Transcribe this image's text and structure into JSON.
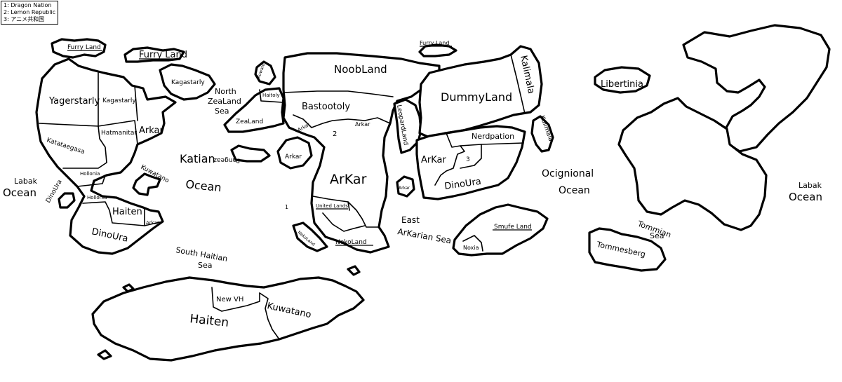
{
  "legend": {
    "items": [
      "1: Dragon Nation",
      "2: Lemon Republic",
      "3: アニメ共和国"
    ]
  },
  "labels": {
    "furry_land_small": "Furry Land",
    "furry_land": "Furry Land",
    "furry_land_east": "Furry Land",
    "kagastarly_north": "Kagastarly",
    "yagerstarly": "Yagerstarly",
    "kagastarly": "Kagastarly",
    "hatmanitar": "Hatmanitar",
    "arkar_west": "Arkar",
    "katataegasa": "Katataegasa",
    "hollonia_1": "Hollonia",
    "hollonia_2": "Hollonia",
    "dinoura_west": "DinoUra",
    "haiten_west": "Haiten",
    "arkar_small": "Arkar",
    "dinoura_south": "DinoUra",
    "kuwatano_island": "Kuwatano",
    "zeeland": "ZeaLand",
    "haitoly": "Haitoly",
    "kuwato": "Kuwato",
    "pangeaz": "Pangeaz",
    "arkar_island": "Arkar",
    "noobland": "NoobLand",
    "bastootoly": "Bastootoly",
    "arkar_mid1": "Arkar",
    "arkar_mid2": "Arkar",
    "num_2": "2",
    "arkar_big": "ArKar",
    "united_lands": "United Lands",
    "nekoland": "NekoLand",
    "nekoland_small": "NekoLand",
    "num_1": "1",
    "leopardland": "LeopardLand",
    "arkar_isle_small": "Arkar",
    "dummyland": "DummyLand",
    "kalimala": "Kalimala",
    "kalimala_isle": "Kalimala",
    "nerdpation": "Nerdpation",
    "arkar_east": "ArKar",
    "num_3": "3",
    "dinoura_east": "DinoUra",
    "smufeland": "Smufe Land",
    "noxia": "Noxia",
    "libertinia": "Libertinia",
    "tommesberg": "Tommesberg",
    "new_vh": "New VH",
    "kuwatano": "Kuwatano",
    "haiten_south": "Haiten"
  },
  "seas": {
    "labak_west": [
      "Labak",
      "Ocean"
    ],
    "katian": [
      "Katian",
      "Ocean"
    ],
    "north_zealand": [
      "North",
      "ZeaLand",
      "Sea"
    ],
    "south_haitian": [
      "South Haitian",
      "Sea"
    ],
    "east_arkarian": [
      "East",
      "ArKarian Sea"
    ],
    "ocignional": [
      "Ocignional",
      "Ocean"
    ],
    "tommian": [
      "Tommian",
      "Sea"
    ],
    "labak_east": [
      "Labak",
      "Ocean"
    ]
  }
}
